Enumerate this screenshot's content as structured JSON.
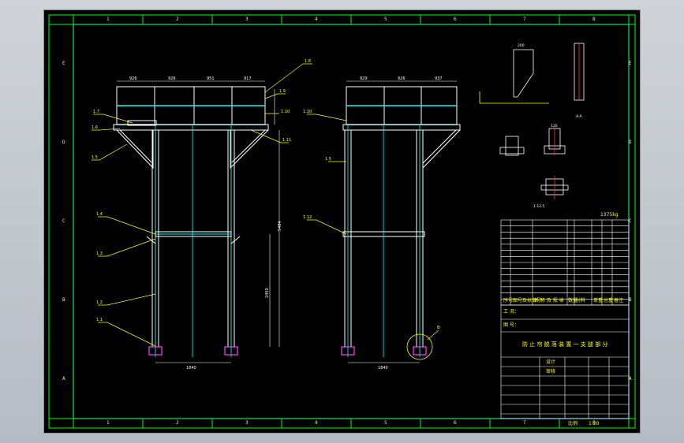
{
  "zones": {
    "top": [
      "1",
      "2",
      "3",
      "4",
      "5",
      "6",
      "7",
      "8"
    ],
    "side": [
      "E",
      "D",
      "C",
      "B",
      "A"
    ]
  },
  "leaders_front": [
    "1.8",
    "1.9",
    "1.10",
    "1.11",
    "1.7",
    "1.6",
    "1.5",
    "1.4",
    "1.3",
    "1.2",
    "1.1"
  ],
  "leaders_side": [
    "1.10",
    "1.5",
    "1.12",
    "B"
  ],
  "dims_front": {
    "top": [
      "926",
      "926",
      "951",
      "917"
    ],
    "bottom": "1840",
    "height": "5484",
    "mid": "2450"
  },
  "dims_side": {
    "top": [
      "929",
      "926",
      "937"
    ],
    "bottom": "1840"
  },
  "detail": {
    "dim_a": "200",
    "dim_b": "120",
    "label": "A-A",
    "scale": "1:12.5"
  },
  "titleblock": {
    "weight": "1375kg",
    "main_title": "防 止 帘 脱 落 装 置 一 支 腿 部 分",
    "row_labels": [
      "工 况：",
      "图 号："
    ],
    "header": [
      "序号",
      "图号及标准号",
      "名 称 及 规 格",
      "数量",
      "材料",
      "单重",
      "总重",
      "备注"
    ],
    "sign_labels": [
      "设计",
      "审核",
      "比例",
      "1:20"
    ]
  },
  "colors": {
    "frame": "#00ff00",
    "inner_border": "#1a1aff",
    "structure": "#ffffff",
    "accent": "#00ffff",
    "text": "#ffff00",
    "red": "#ff3030",
    "magenta": "#ff40ff"
  }
}
